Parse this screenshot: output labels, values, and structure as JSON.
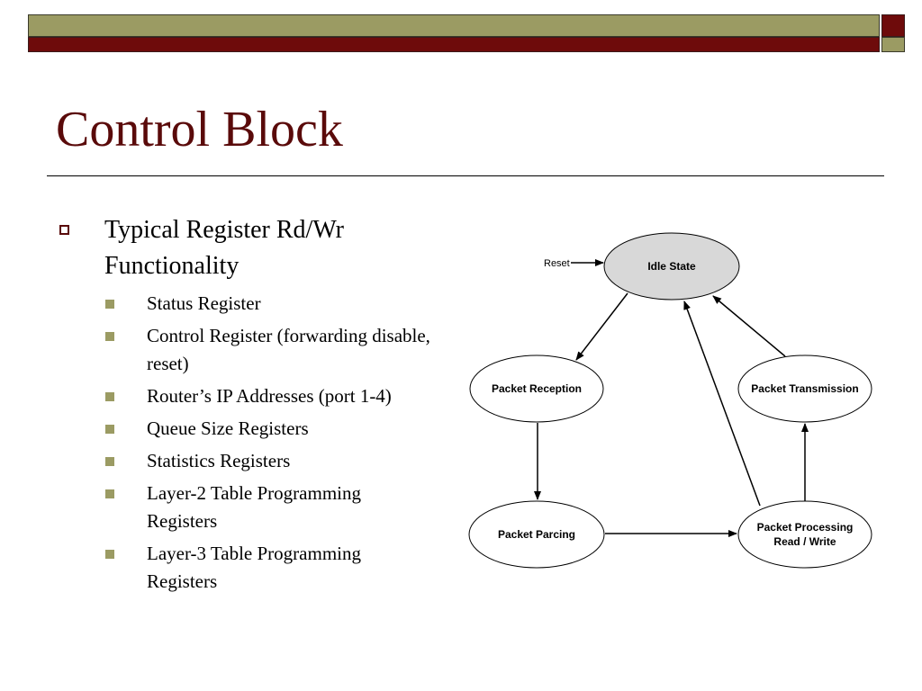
{
  "title": "Control Block",
  "bullet": {
    "text": "Typical Register Rd/Wr Functionality",
    "sub_items": [
      "Status Register",
      "Control Register (forwarding disable, reset)",
      "Router’s IP Addresses (port 1-4)",
      "Queue Size Registers",
      "Statistics Registers",
      "Layer-2 Table Programming Registers",
      "Layer-3 Table Programming Registers"
    ]
  },
  "diagram": {
    "reset_label": "Reset",
    "states": {
      "idle": "Idle State",
      "reception": "Packet Reception",
      "transmission": "Packet Transmission",
      "parcing": "Packet Parcing",
      "processing_line1": "Packet Processing",
      "processing_line2": "Read / Write"
    }
  },
  "colors": {
    "title": "#5a0a0a",
    "bar_olive": "#9b9b63",
    "bar_red": "#6e0b0b",
    "idle_fill": "#d8d8d8"
  }
}
